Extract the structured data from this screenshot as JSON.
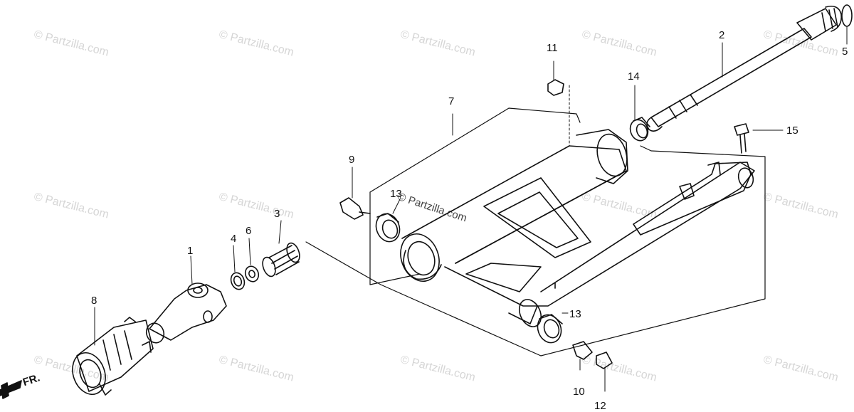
{
  "watermark": "© Partzilla.com",
  "center_watermark": "© Partzilla.com",
  "direction_label": "FR.",
  "callouts": [
    {
      "id": "1",
      "label": "1"
    },
    {
      "id": "2",
      "label": "2"
    },
    {
      "id": "3",
      "label": "3"
    },
    {
      "id": "4",
      "label": "4"
    },
    {
      "id": "5",
      "label": "5"
    },
    {
      "id": "6",
      "label": "6"
    },
    {
      "id": "7",
      "label": "7"
    },
    {
      "id": "8",
      "label": "8"
    },
    {
      "id": "9",
      "label": "9"
    },
    {
      "id": "10",
      "label": "10"
    },
    {
      "id": "11",
      "label": "11"
    },
    {
      "id": "12",
      "label": "12"
    },
    {
      "id": "13a",
      "label": "13"
    },
    {
      "id": "13b",
      "label": "13"
    },
    {
      "id": "14",
      "label": "14"
    },
    {
      "id": "15",
      "label": "15"
    }
  ]
}
